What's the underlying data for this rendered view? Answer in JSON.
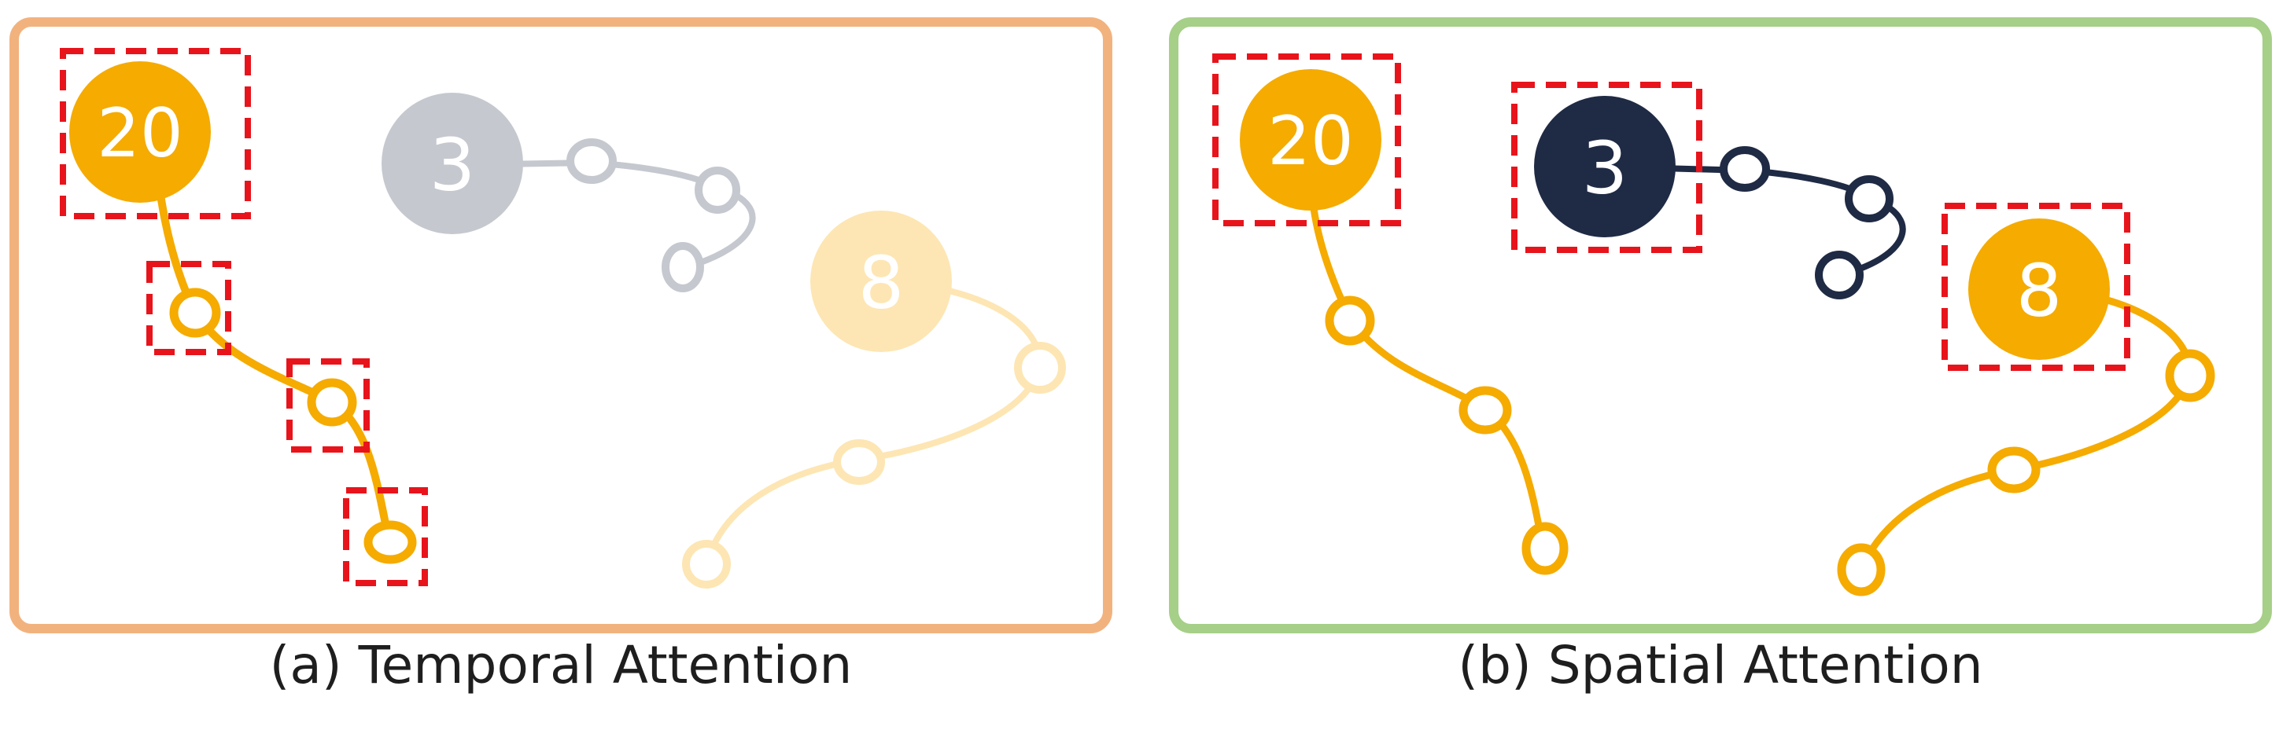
{
  "colors": {
    "temporal_frame": "#f2b27e",
    "spatial_frame": "#a6cf88",
    "orange": "#f5ab00",
    "orange_faded": "#fde6b3",
    "gray": "#c5c8cf",
    "navy": "#1f2a44",
    "highlight_box": "#e8141c"
  },
  "panels": [
    {
      "id": "temporal",
      "caption": "(a) Temporal Attention",
      "agents": [
        {
          "label": "20",
          "style": "orange",
          "highlighted": true
        },
        {
          "label": "3",
          "style": "gray",
          "highlighted": false
        },
        {
          "label": "8",
          "style": "orange_faded",
          "highlighted": false
        }
      ]
    },
    {
      "id": "spatial",
      "caption": "(b) Spatial Attention",
      "agents": [
        {
          "label": "20",
          "style": "orange",
          "highlighted": true
        },
        {
          "label": "3",
          "style": "navy",
          "highlighted": true
        },
        {
          "label": "8",
          "style": "orange",
          "highlighted": true
        }
      ]
    }
  ]
}
